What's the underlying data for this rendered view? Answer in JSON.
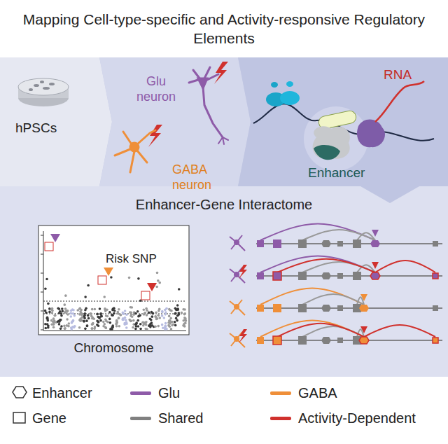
{
  "diagram": {
    "title": "Mapping Cell-type-specific and Activity-responsive Regulatory Elements",
    "nodes": [
      {
        "text": [
          "Enhancer-Gene Interactome"
        ]
      },
      {
        "text": [
          "Risk SNP",
          "Chromosome"
        ],
        "in": 0
      }
    ],
    "labels": [
      "hPSCs",
      "Glu neuron",
      "GABA neuron",
      "RNA",
      "Enhancer"
    ],
    "legend": [
      {
        "text": "Enhancer"
      },
      {
        "text": "Glu",
        "color": "#8e5ba8"
      },
      {
        "text": "GABA",
        "color": "#ef8f39"
      },
      {
        "text": "Gene"
      },
      {
        "text": "Shared",
        "color": "#808080"
      },
      {
        "text": "Activity-Dependent",
        "color": "#d0312d"
      }
    ]
  }
}
